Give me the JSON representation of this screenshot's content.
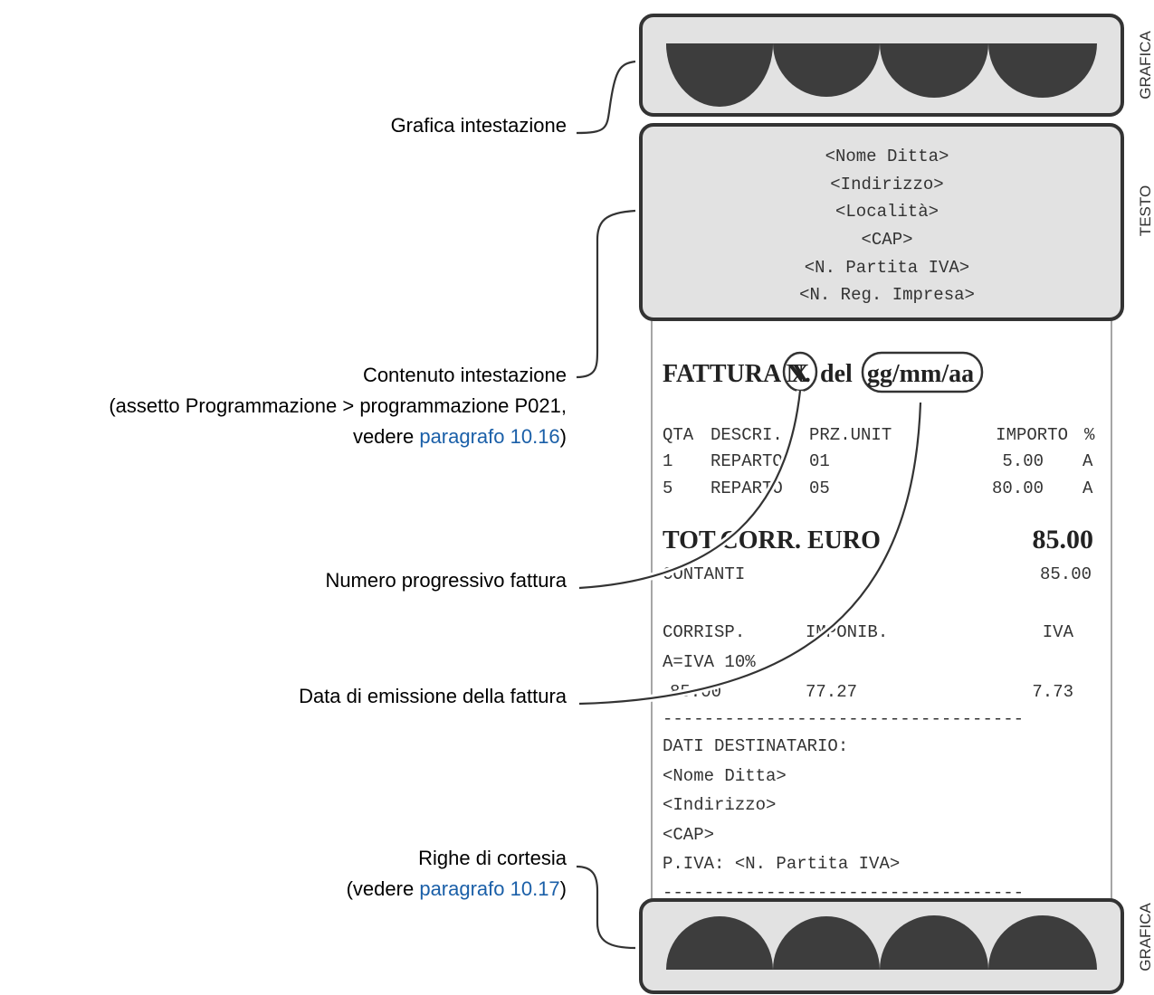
{
  "side_labels": {
    "top_graphic": "GRAFICA",
    "text": "TESTO",
    "bottom_graphic": "GRAFICA"
  },
  "header_text_lines": [
    "<Nome Ditta>",
    "<Indirizzo>",
    "<Località>",
    "<CAP>",
    "<N. Partita IVA>",
    "<N. Reg. Impresa>"
  ],
  "invoice": {
    "title_prefix": "FATTURA N.",
    "number": "X",
    "del_label": "del",
    "date": "gg/mm/aa",
    "columns": {
      "qta": "QTA",
      "descr": "DESCRI.",
      "prz": "PRZ.UNIT",
      "importo": "IMPORTO",
      "pct": "%"
    },
    "rows": [
      {
        "qta": "1",
        "descr": "REPARTO",
        "rep": "01",
        "importo": "5.00",
        "iva": "A"
      },
      {
        "qta": "5",
        "descr": "REPARTO",
        "rep": "05",
        "importo": "80.00",
        "iva": "A"
      }
    ],
    "total_label": "TOT.CORR. EURO",
    "total_value": "85.00",
    "cash_label": "CONTANTI",
    "cash_value": "85.00",
    "vat_headers": {
      "corrisp": "CORRISP.",
      "imponib": "IMPONIB.",
      "iva": "IVA"
    },
    "vat_rate_line": "A=IVA 10%",
    "vat_values": {
      "corrisp": "85.00",
      "imponib": "77.27",
      "iva": "7.73"
    },
    "separator": "-----------------------------------",
    "recipient_title": "DATI DESTINATARIO:",
    "recipient_lines": [
      "<Nome Ditta>",
      "<Indirizzo>",
      "<CAP>",
      "P.IVA: <N. Partita IVA>"
    ]
  },
  "callouts": {
    "header_graphic": "Grafica intestazione",
    "header_content": {
      "line1": "Contenuto intestazione",
      "line2": "(assetto Programmazione > programmazione P021,",
      "line3_prefix": "vedere ",
      "line3_link": "paragrafo 10.16",
      "line3_suffix": ")"
    },
    "progressive_number": "Numero progressivo fattura",
    "issue_date": "Data di emissione della fattura",
    "courtesy_lines": {
      "line1": "Righe di cortesia",
      "line2_prefix": "(vedere ",
      "line2_link": "paragrafo 10.17",
      "line2_suffix": ")"
    }
  },
  "colors": {
    "panel_fill": "#e2e2e2",
    "panel_border": "#333333",
    "semicircle": "#3d3d3d",
    "link": "#1a5fa8"
  }
}
